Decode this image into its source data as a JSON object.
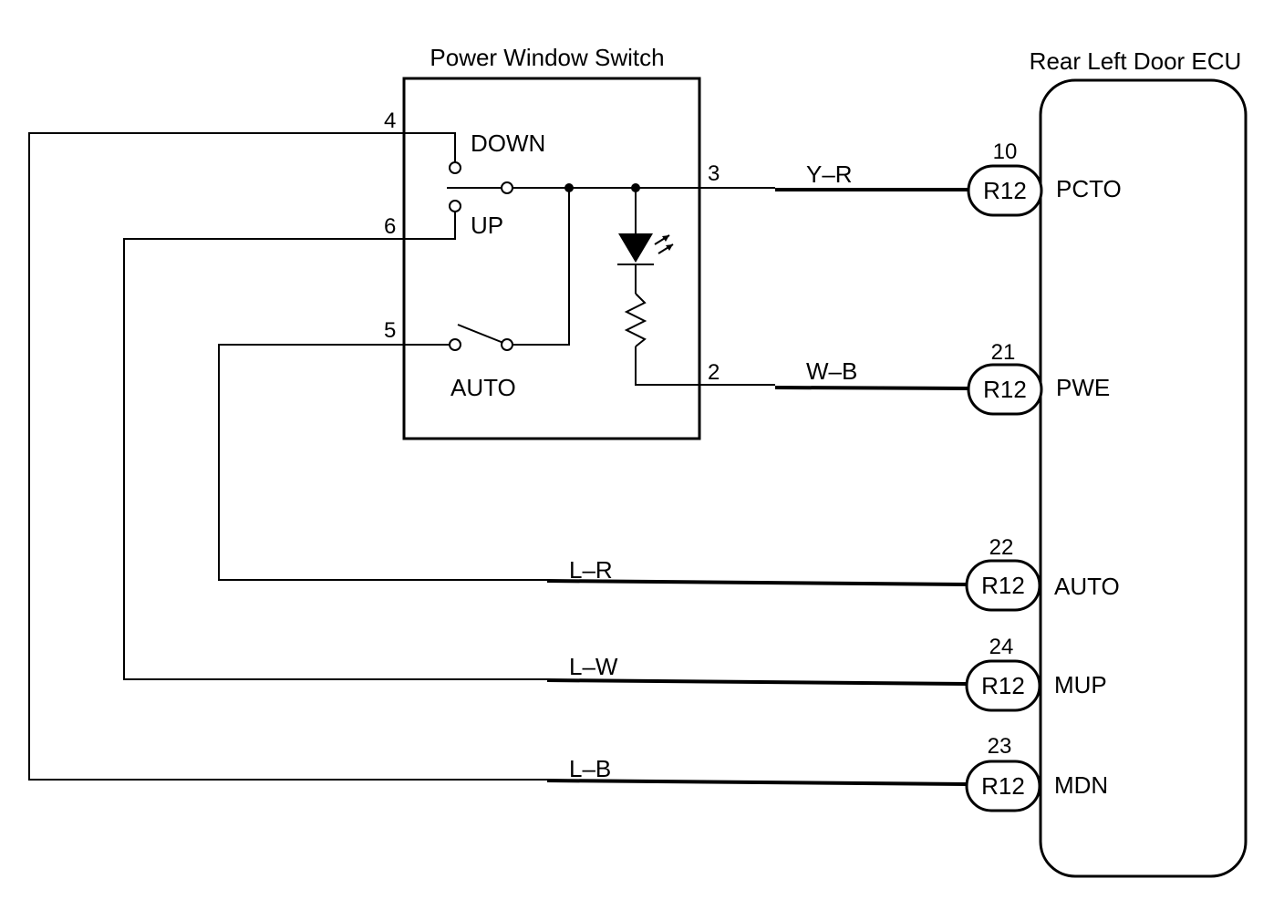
{
  "switch_box": {
    "title": "Power Window Switch",
    "contacts": {
      "down": "DOWN",
      "up": "UP",
      "auto": "AUTO"
    },
    "pins": {
      "p4": "4",
      "p6": "6",
      "p5": "5",
      "p3": "3",
      "p2": "2"
    }
  },
  "ecu": {
    "title": "Rear Left Door ECU"
  },
  "connections": [
    {
      "wire_color": "Y–R",
      "connector": "R12",
      "ecu_pin": "10",
      "signal": "PCTO"
    },
    {
      "wire_color": "W–B",
      "connector": "R12",
      "ecu_pin": "21",
      "signal": "PWE"
    },
    {
      "wire_color": "L–R",
      "connector": "R12",
      "ecu_pin": "22",
      "signal": "AUTO"
    },
    {
      "wire_color": "L–W",
      "connector": "R12",
      "ecu_pin": "24",
      "signal": "MUP"
    },
    {
      "wire_color": "L–B",
      "connector": "R12",
      "ecu_pin": "23",
      "signal": "MDN"
    }
  ]
}
